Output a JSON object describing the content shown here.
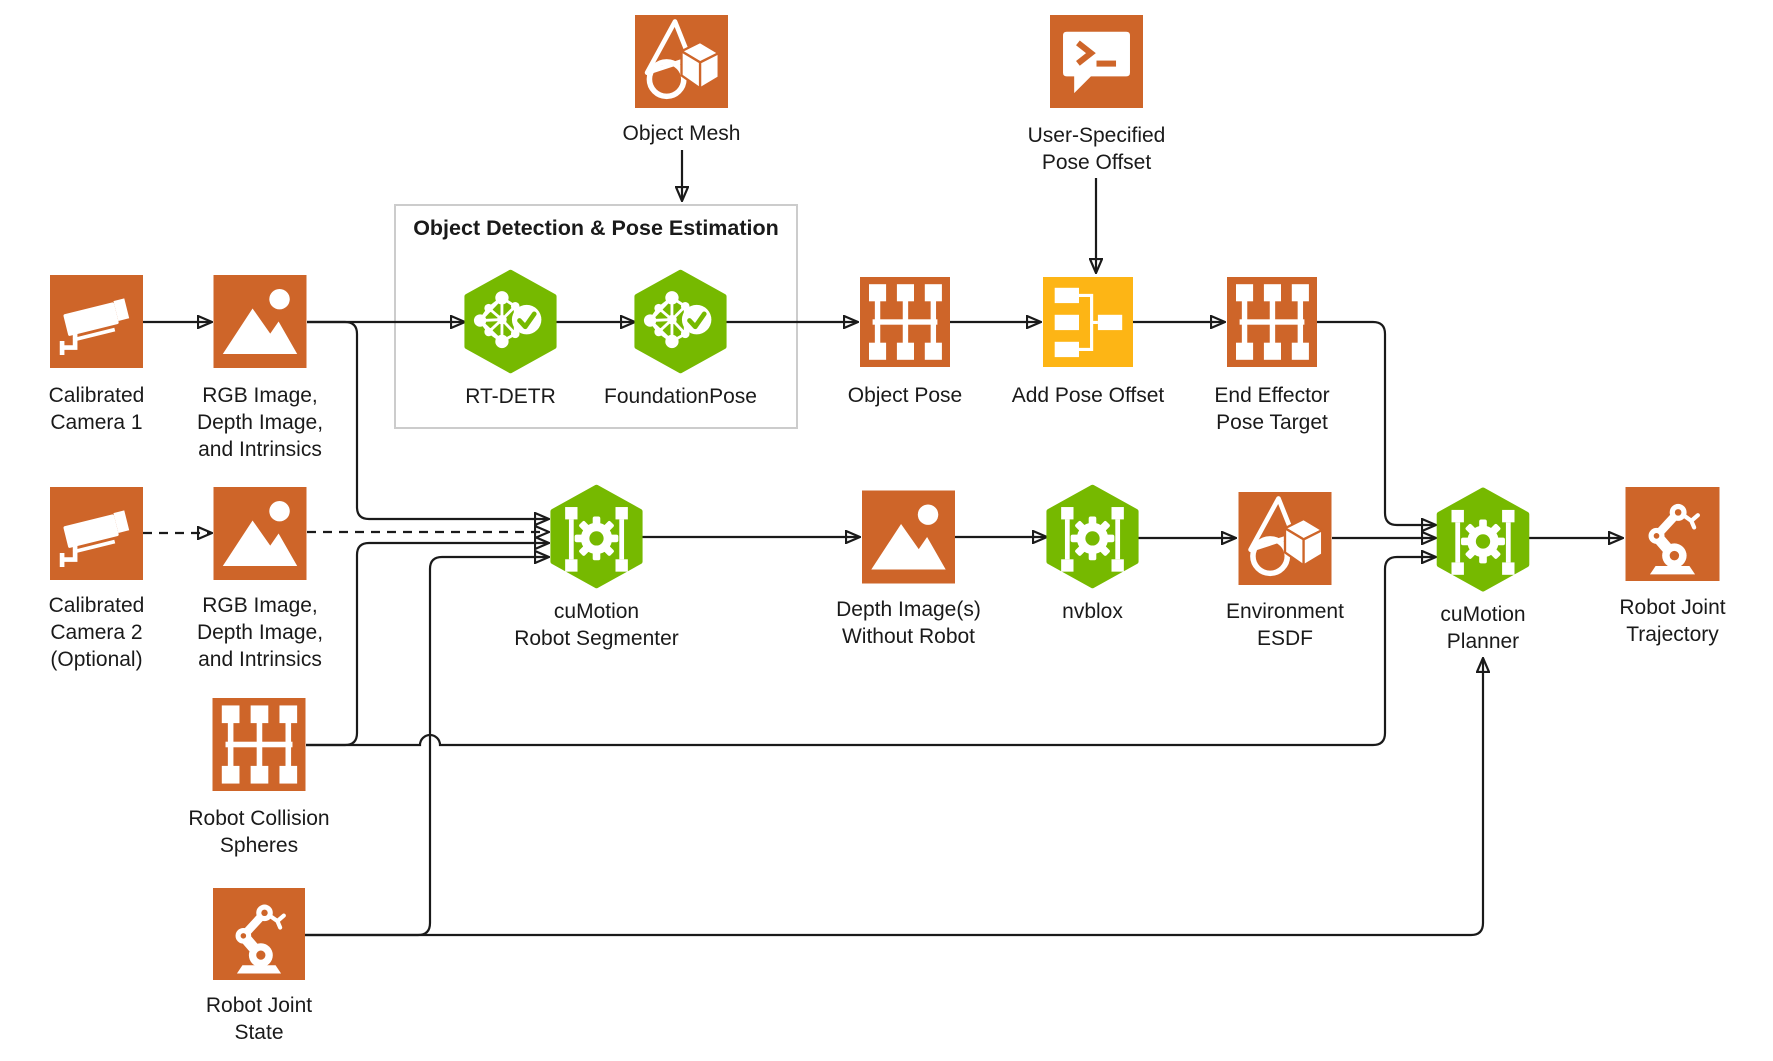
{
  "colors": {
    "orange": "#CE6529",
    "yellow": "#FDB515",
    "green": "#76B900",
    "line": "#1A1A1A",
    "box_border": "#CCCCCC",
    "background": "#FFFFFF"
  },
  "group_box": {
    "title": "Object Detection & Pose Estimation"
  },
  "nodes": {
    "camera1": {
      "label": "Calibrated\nCamera 1",
      "icon": "cctv-camera-icon"
    },
    "rgb1": {
      "label": "RGB Image,\nDepth Image,\nand Intrinsics",
      "icon": "image-icon"
    },
    "object_mesh": {
      "label": "Object Mesh",
      "icon": "mesh-shapes-icon"
    },
    "user_pose_offset": {
      "label": "User-Specified\nPose Offset",
      "icon": "terminal-bubble-icon"
    },
    "rt_detr": {
      "label": "RT-DETR",
      "icon": "neural-network-check-icon"
    },
    "foundationpose": {
      "label": "FoundationPose",
      "icon": "neural-network-check-icon"
    },
    "object_pose": {
      "label": "Object Pose",
      "icon": "pose-graph-icon"
    },
    "add_pose_offset": {
      "label": "Add Pose Offset",
      "icon": "merge-diagram-icon"
    },
    "ee_pose_target": {
      "label": "End Effector\nPose Target",
      "icon": "pose-graph-icon"
    },
    "camera2": {
      "label": "Calibrated\nCamera 2\n(Optional)",
      "icon": "cctv-camera-icon"
    },
    "rgb2": {
      "label": "RGB Image,\nDepth Image,\nand Intrinsics",
      "icon": "image-icon"
    },
    "segmenter": {
      "label": "cuMotion\nRobot Segmenter",
      "icon": "gear-hexagon-icon"
    },
    "depth_no_robot": {
      "label": "Depth Image(s)\nWithout Robot",
      "icon": "image-icon"
    },
    "nvblox": {
      "label": "nvblox",
      "icon": "gear-hexagon-icon"
    },
    "environment_esdf": {
      "label": "Environment\nESDF",
      "icon": "mesh-shapes-icon"
    },
    "planner": {
      "label": "cuMotion\nPlanner",
      "icon": "gear-hexagon-icon"
    },
    "trajectory": {
      "label": "Robot Joint\nTrajectory",
      "icon": "robot-arm-icon"
    },
    "collision_spheres": {
      "label": "Robot Collision\nSpheres",
      "icon": "pose-graph-icon"
    },
    "joint_state": {
      "label": "Robot Joint\nState",
      "icon": "robot-arm-icon"
    }
  },
  "edges": [
    {
      "from": "camera1",
      "to": "rgb1",
      "style": "solid"
    },
    {
      "from": "rgb1",
      "to": "rt_detr",
      "style": "solid"
    },
    {
      "from": "rgb1",
      "to": "segmenter",
      "style": "solid"
    },
    {
      "from": "camera2",
      "to": "rgb2",
      "style": "dashed"
    },
    {
      "from": "rgb2",
      "to": "segmenter",
      "style": "dashed"
    },
    {
      "from": "collision_spheres",
      "to": "segmenter",
      "style": "solid"
    },
    {
      "from": "collision_spheres",
      "to": "planner",
      "style": "solid"
    },
    {
      "from": "joint_state",
      "to": "segmenter",
      "style": "solid"
    },
    {
      "from": "joint_state",
      "to": "planner",
      "style": "solid"
    },
    {
      "from": "object_mesh",
      "to": "group_box",
      "style": "solid"
    },
    {
      "from": "user_pose_offset",
      "to": "add_pose_offset",
      "style": "solid"
    },
    {
      "from": "rt_detr",
      "to": "foundationpose",
      "style": "solid"
    },
    {
      "from": "foundationpose",
      "to": "object_pose",
      "style": "solid"
    },
    {
      "from": "object_pose",
      "to": "add_pose_offset",
      "style": "solid"
    },
    {
      "from": "add_pose_offset",
      "to": "ee_pose_target",
      "style": "solid"
    },
    {
      "from": "ee_pose_target",
      "to": "planner",
      "style": "solid"
    },
    {
      "from": "segmenter",
      "to": "depth_no_robot",
      "style": "solid"
    },
    {
      "from": "depth_no_robot",
      "to": "nvblox",
      "style": "solid"
    },
    {
      "from": "nvblox",
      "to": "environment_esdf",
      "style": "solid"
    },
    {
      "from": "environment_esdf",
      "to": "planner",
      "style": "solid"
    },
    {
      "from": "planner",
      "to": "trajectory",
      "style": "solid"
    }
  ]
}
